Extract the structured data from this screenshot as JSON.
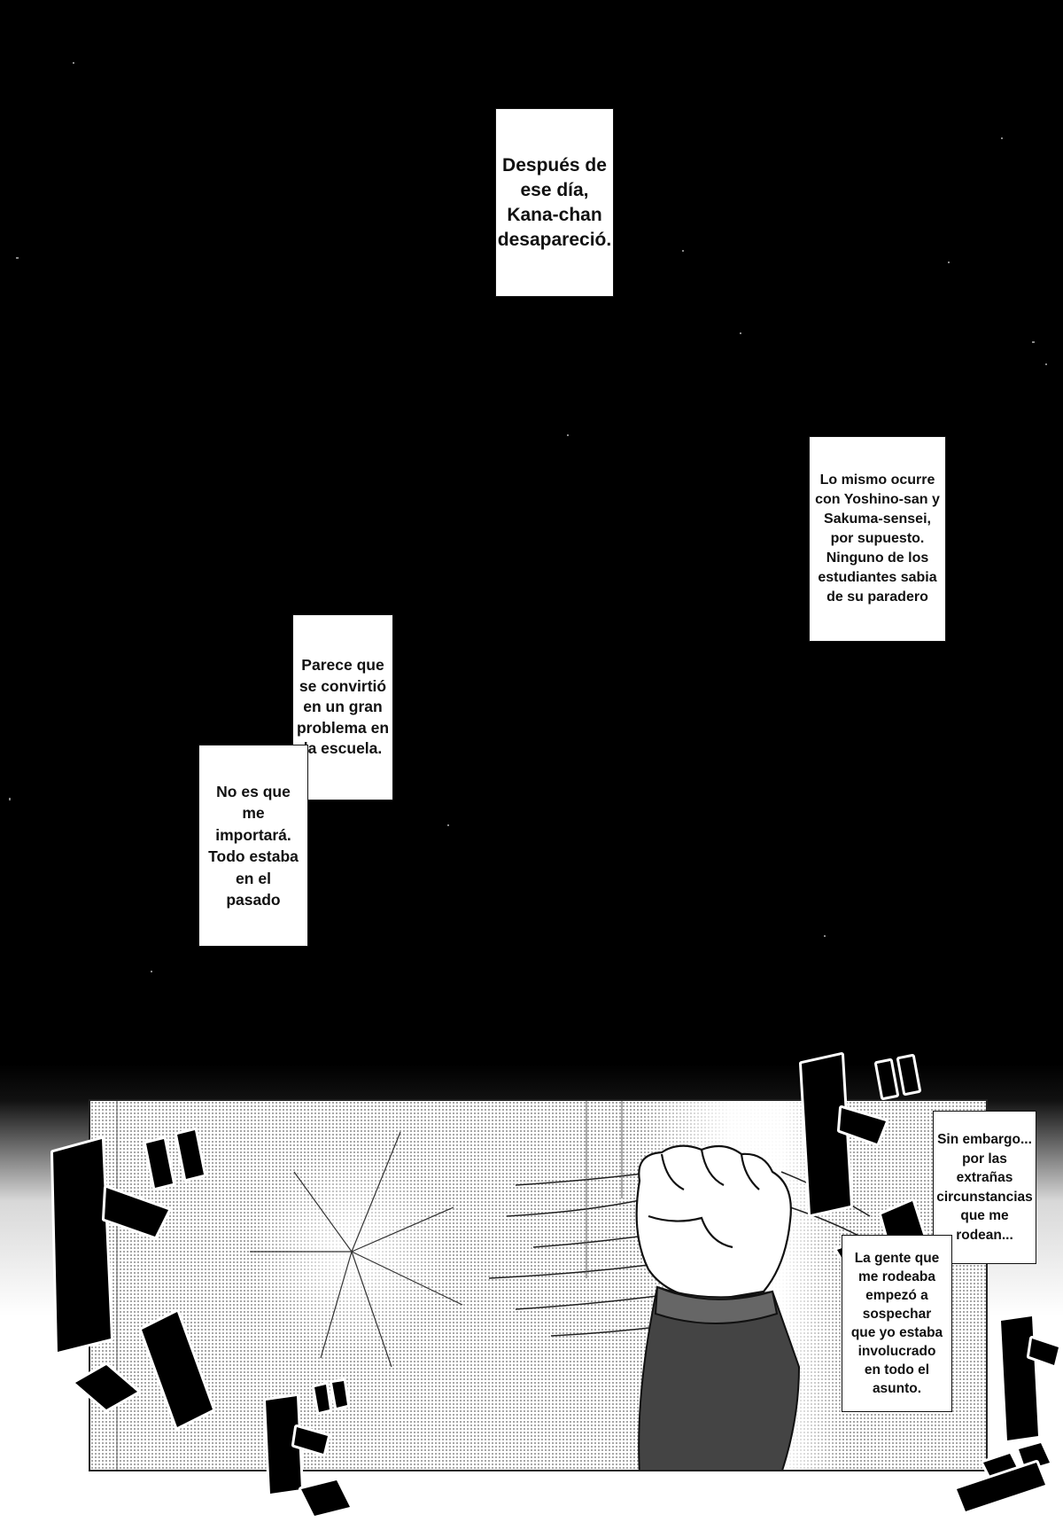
{
  "captions": {
    "c1": "Después de\nese día,\nKana-chan\ndesapareció.",
    "c2": "Lo mismo ocurre\ncon Yoshino-san y\nSakuma-sensei,\npor supuesto.\nNinguno de los\nestudiantes sabia\nde su paradero",
    "c3": "Parece que\nse convirtió\nen un gran\nproblema en\nla escuela.",
    "c4": "No es que\nme\nimportará.\nTodo estaba\nen el\npasado",
    "c5": "Sin embargo...\npor las\nextrañas\ncircunstancias\nque me\nrodean...",
    "c6": "La gente que\nme rodeaba\nempezó a\nsospechar\nque yo estaba\ninvolucrado\nen todo el\nasunto."
  },
  "colors": {
    "background": "#000000",
    "caption_bg": "#ffffff",
    "ink": "#111111"
  }
}
